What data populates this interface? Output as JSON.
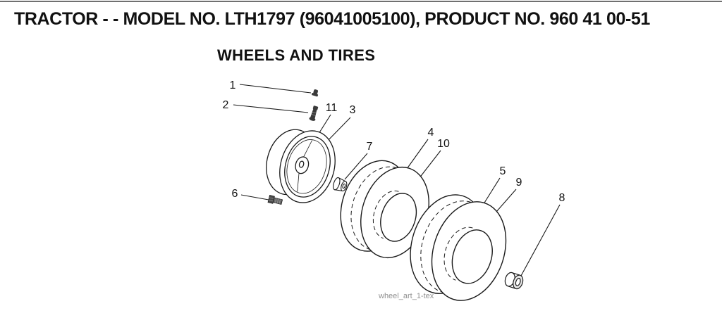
{
  "page": {
    "title": "TRACTOR - - MODEL NO. LTH1797 (96041005100), PRODUCT NO. 960 41 00-51",
    "section_title": "WHEELS AND TIRES",
    "watermark": "wheel_art_1-tex"
  },
  "diagram": {
    "callouts": [
      {
        "label": "1"
      },
      {
        "label": "2"
      },
      {
        "label": "11"
      },
      {
        "label": "3"
      },
      {
        "label": "7"
      },
      {
        "label": "6"
      },
      {
        "label": "4"
      },
      {
        "label": "10"
      },
      {
        "label": "5"
      },
      {
        "label": "9"
      },
      {
        "label": "8"
      }
    ]
  },
  "colors": {
    "line": "#1a1a1a",
    "text": "#111111",
    "watermark": "#909090"
  }
}
